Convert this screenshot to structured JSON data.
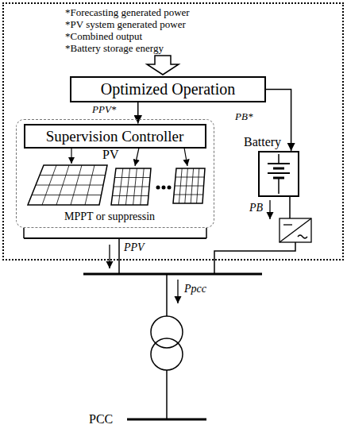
{
  "diagram": {
    "nodes": [
      {
        "text": [
          "*Forecasting generated power",
          "*PV system generated power",
          "*Combined output",
          "*Battery storage energy"
        ]
      },
      {
        "text": [
          "Optimized Operation"
        ],
        "in": 0
      },
      {
        "text": [
          "PV",
          "MPPT or suppressin"
        ],
        "in": 0
      },
      {
        "text": [
          "Supervision Controller"
        ],
        "in": 2
      },
      {
        "text": [
          "Battery"
        ],
        "in": 0
      }
    ],
    "edges": [
      {
        "from": 1,
        "to": 3,
        "arrow": "to",
        "label": "PPV*"
      },
      {
        "from": 1,
        "to": 4,
        "arrow": "to",
        "label": "PB*"
      }
    ],
    "labels": [
      "PPV",
      "PB",
      "Ppcc",
      "PCC"
    ]
  }
}
